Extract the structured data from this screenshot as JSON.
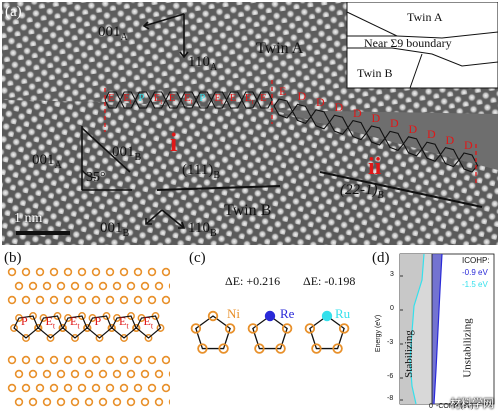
{
  "panel_a": {
    "label": "(a)",
    "inset": {
      "twin_a": "Twin A",
      "boundary": "Near Σ9 boundary",
      "twin_b": "Twin B"
    },
    "twin_a_label": "Twin A",
    "twin_b_label": "Twin B",
    "dir_001a_top": "001",
    "dir_001a_top_sub": "A",
    "dir_110a": "110",
    "dir_110a_sub": "A",
    "dir_001a_left": "001",
    "dir_001a_left_sub": "A",
    "dir_001b_mid": "001",
    "dir_001b_mid_sub": "B",
    "angle": "35°",
    "segment_i": "i",
    "segment_ii": "ii",
    "plane_111": "(111)",
    "plane_111_sub": "B",
    "plane_221": "(22-1)",
    "plane_221_sub": "B",
    "dir_001b_bottom": "001",
    "dir_001b_bottom_sub": "B",
    "dir_110b": "110",
    "dir_110b_sub": "B",
    "scale_bar": "1 nm",
    "units_i": [
      "E",
      "Et",
      "P",
      "Et",
      "E",
      "Et",
      "P",
      "Et",
      "E",
      "Et",
      "E"
    ],
    "units_ii": [
      "E",
      "D",
      "D",
      "D",
      "D",
      "D",
      "D",
      "D",
      "D",
      "D",
      "D"
    ]
  },
  "panel_b": {
    "label": "(b)",
    "units": [
      "P",
      "Et",
      "Et",
      "P",
      "Et",
      "Et"
    ]
  },
  "panel_c": {
    "label": "(c)",
    "elements": [
      {
        "name": "Ni",
        "delta": ""
      },
      {
        "name": "Re",
        "delta": "ΔE: +0.216"
      },
      {
        "name": "Ru",
        "delta": "ΔE: -0.198"
      }
    ]
  },
  "panel_d": {
    "label": "(d)",
    "ylabel": "Energy (eV)",
    "xlabel": "-COHP (eV)",
    "legend_title": "ICOHP:",
    "legend_1": "-0.9 eV",
    "legend_2": "-1.5 eV",
    "stabilizing": "Stabilizing",
    "unstabilizing": "Unstabilizing",
    "yticks": [
      "3",
      "0",
      "-3",
      "-6",
      "-8"
    ],
    "xtick": "0"
  },
  "watermark": "材料学网",
  "colors": {
    "ni": "#e8902a",
    "re": "#2a2ad8",
    "ru": "#35e0ec",
    "label_red": "#e01818",
    "stable_fill": "#c8c8c8",
    "unstable_fill": "#5a5ac8"
  }
}
